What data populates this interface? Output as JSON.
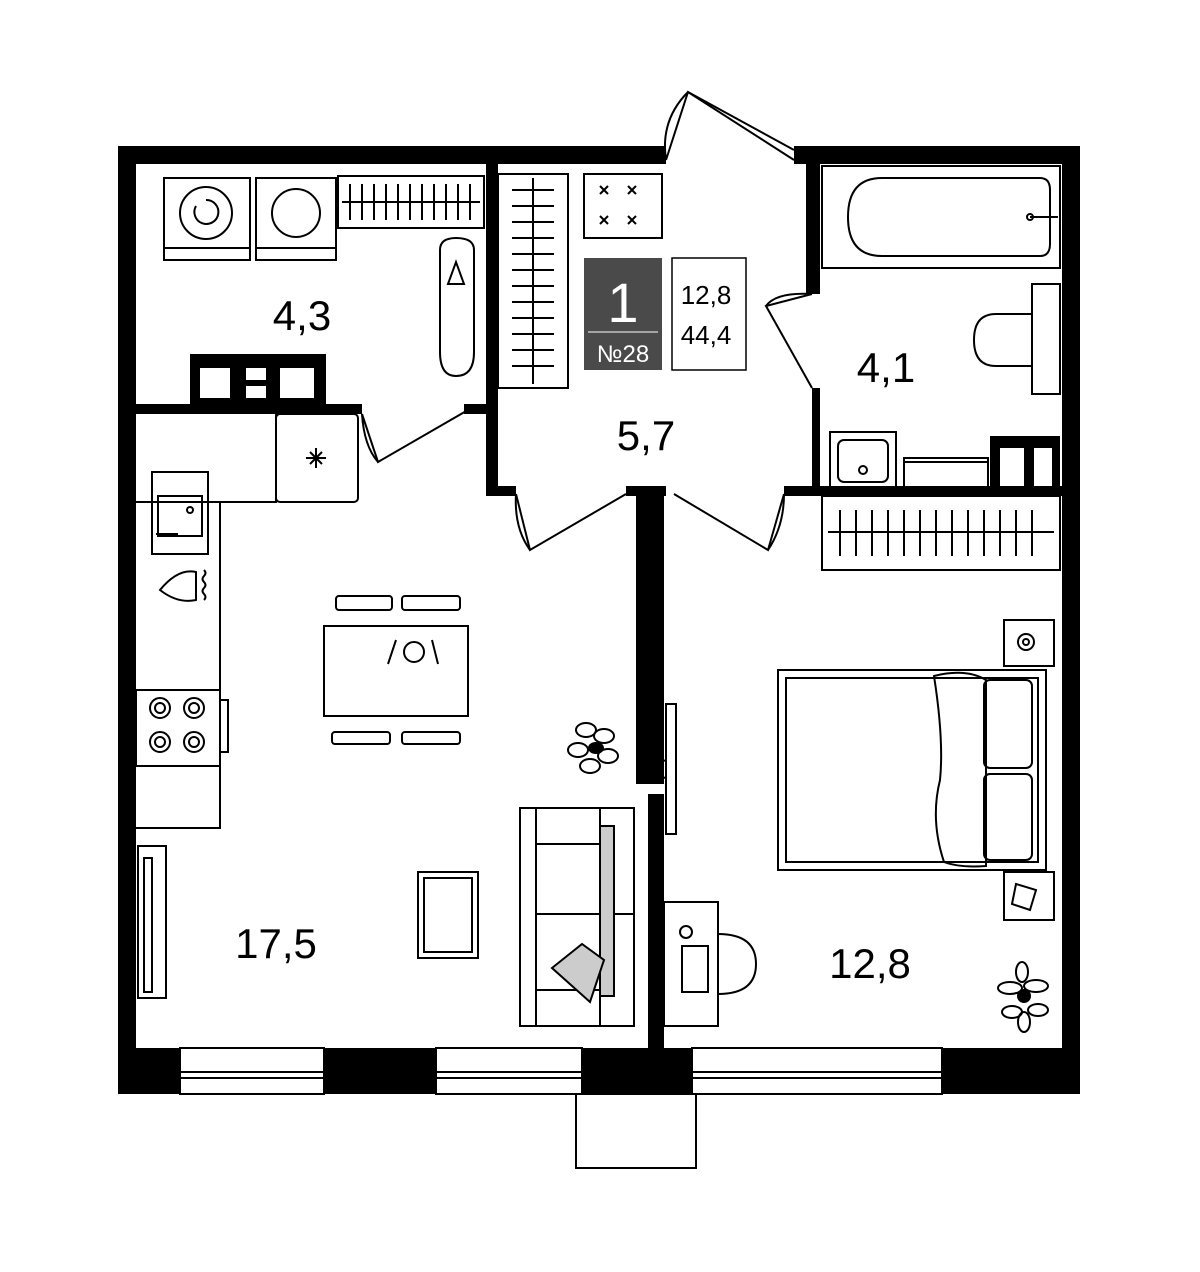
{
  "apartment": {
    "rooms_count": "1",
    "number": "№28",
    "living_area": "12,8",
    "total_area": "44,4"
  },
  "rooms": {
    "laundry_area": "4,3",
    "hall_area": "5,7",
    "bathroom_area": "4,1",
    "living_kitchen_area": "17,5",
    "bedroom_area": "12,8"
  },
  "colors": {
    "wall": "#000000",
    "card_bg": "#4a4a4a",
    "furniture_fill": "#ffffff",
    "pillow": "#cccccc"
  }
}
